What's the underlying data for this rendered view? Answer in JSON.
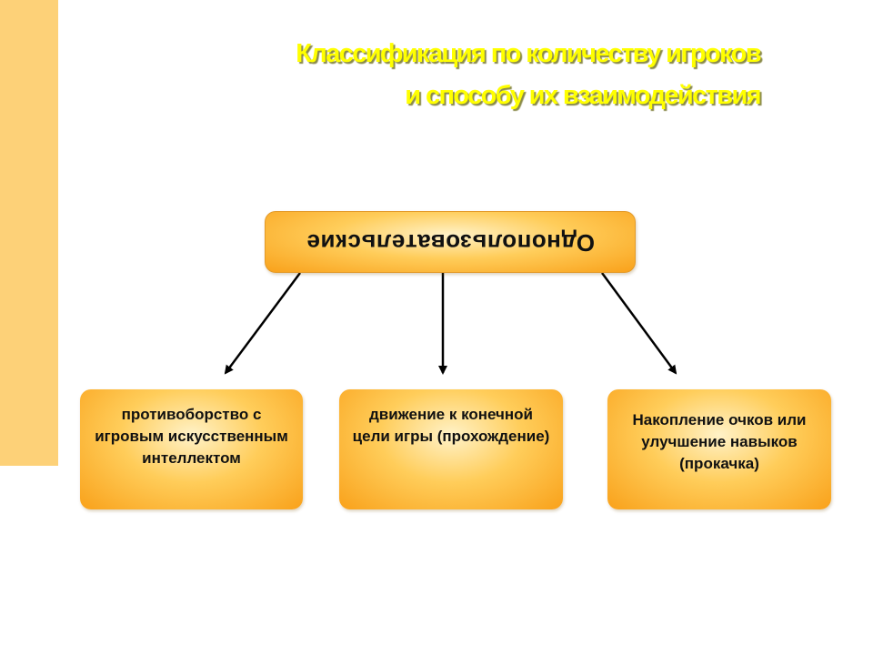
{
  "title": {
    "line1": "Классификация по количеству игроков",
    "line2": "и способу их взаимодействия"
  },
  "root": {
    "label": "Однопользовательские"
  },
  "children": [
    {
      "label": "противоборство с игровым искусственным интеллектом"
    },
    {
      "label": "движение к конечной цели игры (прохождение)"
    },
    {
      "label": "Накопление очков или улучшение навыков (прокачка)"
    }
  ],
  "colors": {
    "title": "#ffff00",
    "side_bar": "#fdd178",
    "box_center": "#fff2c8",
    "box_edge": "#f9a11a",
    "arrow": "#000000"
  }
}
